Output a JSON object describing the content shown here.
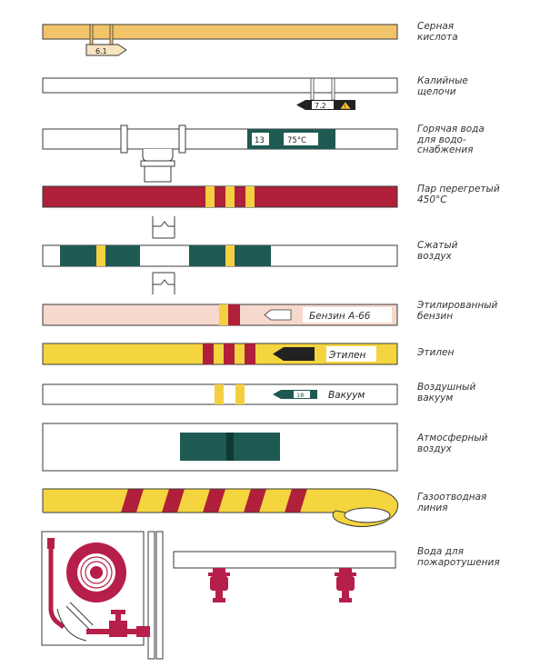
{
  "colors": {
    "orange_acid": "#f2c46a",
    "white_pipe": "#ffffff",
    "outline": "#3a3a3a",
    "green_band": "#1f5a52",
    "steam_red": "#b0203a",
    "yellow_ring": "#f5cf42",
    "pink_pipe": "#f6d8cc",
    "yellow_pipe": "#f5d53f",
    "hydrant_red": "#b61f4a",
    "warning_yellow": "#f1c232",
    "black_tag": "#222222"
  },
  "labels": {
    "sulfuric_acid": "Серная\nкислота",
    "caustic": "Калийные\nщелочи",
    "hot_water": "Горячая вода\nдля водо-\nснабжения",
    "steam": "Пар перегретый\n450°С",
    "compressed_air": "Сжатый\nвоздух",
    "leaded_gasoline": "Этилированный\nбензин",
    "ethylene": "Этилен",
    "air_vacuum": "Воздушный\nвакуум",
    "atm_air": "Атмосферный\nвоздух",
    "gas_vent": "Газоотводная\nлиния",
    "fire_water": "Вода для\nпожаротушения"
  },
  "tags": {
    "acid_code": "6.1",
    "caustic_code": "7.2",
    "hot_water_code": "13",
    "hot_water_temp": "75°С",
    "gasoline_text": "Бензин А-66",
    "ethylene_text": "Этилен",
    "vacuum_code": "18",
    "vacuum_text": "Вакуум"
  },
  "icons": {
    "warning": "warning-icon",
    "arrow": "flow-arrow-icon",
    "hydrant": "fire-hydrant-icon",
    "hose_reel": "hose-reel-icon"
  }
}
